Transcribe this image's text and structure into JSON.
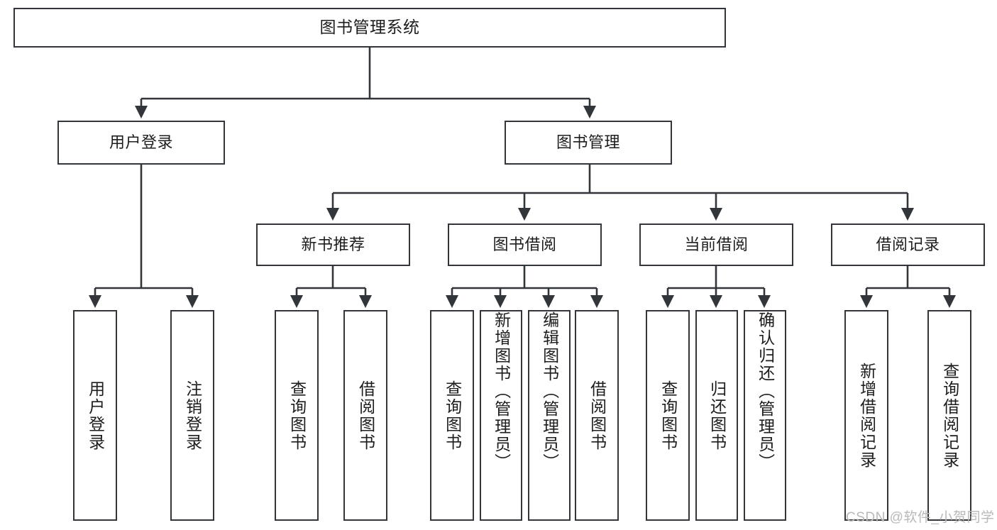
{
  "diagram": {
    "type": "tree-hierarchy",
    "title": "图书管理系统",
    "orientation": "top-down",
    "colors": {
      "box_border": "#32363a",
      "box_fill": "#ffffff",
      "connector": "#32363a",
      "text": "#1d1d1d",
      "watermark": "#b9b9b9",
      "background": "#ffffff"
    },
    "watermark": "CSDN @软件_小贺同学",
    "nodes": {
      "root": {
        "label": "图书管理系统",
        "level": 1
      },
      "level2": [
        {
          "id": "user-login",
          "label": "用户登录"
        },
        {
          "id": "book-manage",
          "label": "图书管理"
        }
      ],
      "level3": [
        {
          "id": "new-book-recommend",
          "label": "新书推荐",
          "parent": "book-manage"
        },
        {
          "id": "book-borrow",
          "label": "图书借阅",
          "parent": "book-manage"
        },
        {
          "id": "current-borrow",
          "label": "当前借阅",
          "parent": "book-manage"
        },
        {
          "id": "borrow-record",
          "label": "借阅记录",
          "parent": "book-manage"
        }
      ],
      "leaves": [
        {
          "id": "leaf-user-login",
          "label": "用户登录",
          "parent": "user-login"
        },
        {
          "id": "leaf-user-logout",
          "label": "注销登录",
          "parent": "user-login"
        },
        {
          "id": "leaf-query-book-1",
          "label": "查询图书",
          "parent": "new-book-recommend"
        },
        {
          "id": "leaf-borrow-book-1",
          "label": "借阅图书",
          "parent": "new-book-recommend"
        },
        {
          "id": "leaf-query-book-2",
          "label": "查询图书",
          "parent": "book-borrow"
        },
        {
          "id": "leaf-add-book",
          "label": "新增图书（管理员）",
          "parent": "book-borrow"
        },
        {
          "id": "leaf-edit-book",
          "label": "编辑图书（管理员）",
          "parent": "book-borrow"
        },
        {
          "id": "leaf-borrow-book-2",
          "label": "借阅图书",
          "parent": "book-borrow"
        },
        {
          "id": "leaf-query-book-3",
          "label": "查询图书",
          "parent": "current-borrow"
        },
        {
          "id": "leaf-return-book",
          "label": "归还图书",
          "parent": "current-borrow"
        },
        {
          "id": "leaf-confirm-return",
          "label": "确认归还（管理员）",
          "parent": "current-borrow"
        },
        {
          "id": "leaf-add-record",
          "label": "新增借阅记录",
          "parent": "borrow-record"
        },
        {
          "id": "leaf-query-record",
          "label": "查询借阅记录",
          "parent": "borrow-record"
        }
      ]
    }
  }
}
